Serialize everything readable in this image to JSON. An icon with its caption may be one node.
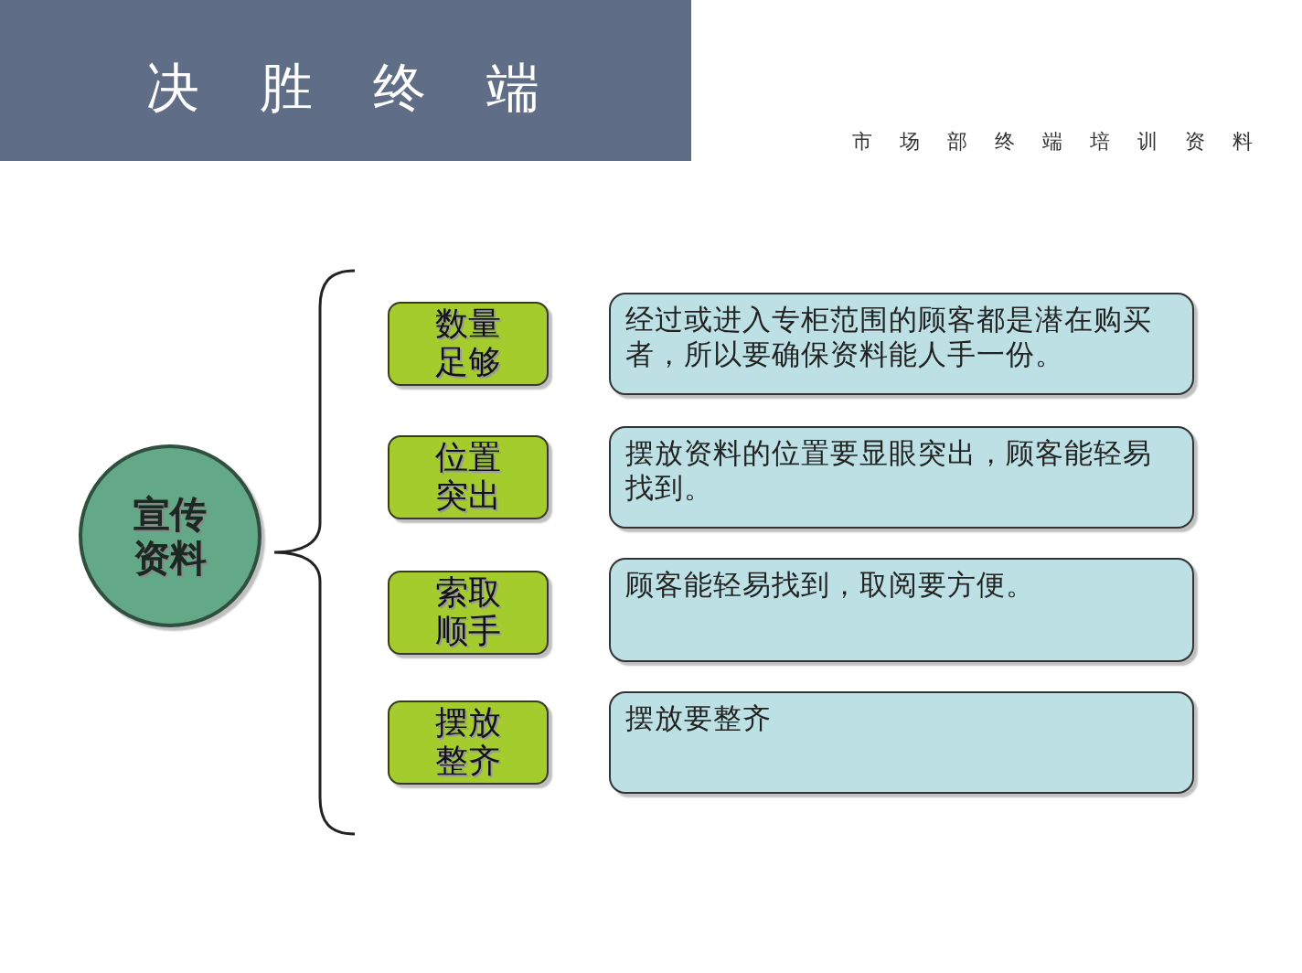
{
  "diagram": {
    "title": "决胜终端",
    "nodes": [
      {
        "text": [
          "宣传资料"
        ]
      },
      {
        "text": [
          "数量足够"
        ]
      },
      {
        "text": [
          "经过或进入专柜范围的顾客都是潜在购买者，所以要确保资料能人手一份。"
        ]
      },
      {
        "text": [
          "位置突出"
        ]
      },
      {
        "text": [
          "摆放资料的位置要显眼突出，顾客能轻易找到。"
        ]
      },
      {
        "text": [
          "索取顺手"
        ]
      },
      {
        "text": [
          "顾客能轻易找到，取阅要方便。"
        ]
      },
      {
        "text": [
          "摆放整齐"
        ]
      },
      {
        "text": [
          "摆放要整齐"
        ]
      }
    ],
    "labels": [
      "市场部终端培训资料"
    ]
  }
}
